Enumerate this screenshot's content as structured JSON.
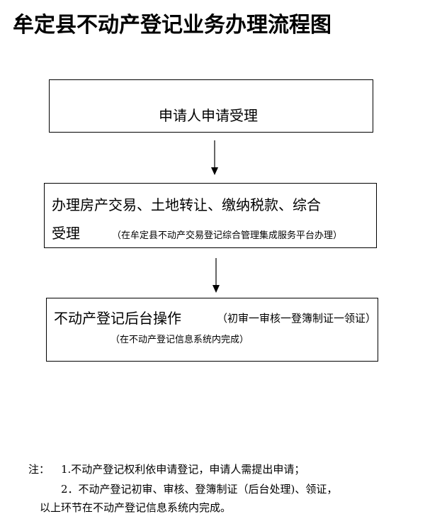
{
  "title": "牟定县不动产登记业务办理流程图",
  "steps": [
    {
      "text": "申请人申请受理"
    },
    {
      "line1": "办理房产交易、土地转让、缴纳税款、综合",
      "line2": "受理",
      "note": "（在牟定县不动产交易登记综合管理集成服务平台办理）"
    },
    {
      "line1": "不动产登记后台操作",
      "extra": "（初审一审核一登簿制证一领证）",
      "note": "（在不动产登记信息系统内完成）"
    }
  ],
  "notes": {
    "label": "注：",
    "items": [
      "1.不动产登记权利依申请登记，申请人需提出申请；",
      "2．不动产登记初审、审核、登簿制证（后台处理)、领证，",
      "以上环节在不动产登记信息系统内完成。"
    ]
  }
}
